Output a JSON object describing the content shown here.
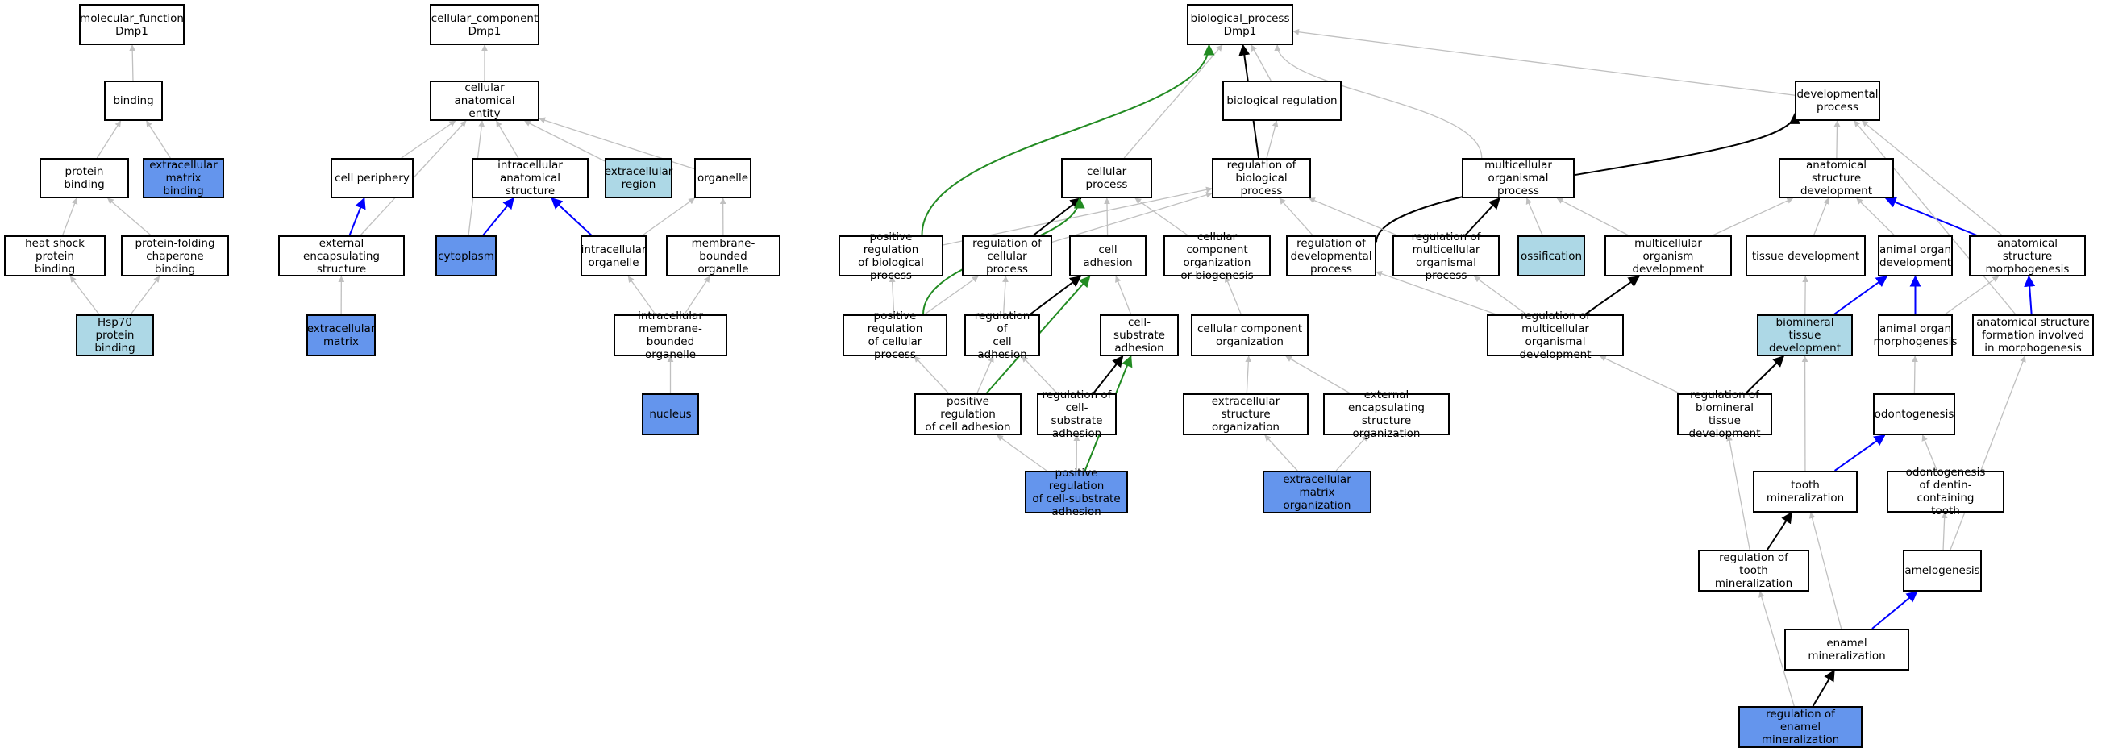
{
  "colors": {
    "gray": "#c0c0c0",
    "black": "#000000",
    "blue": "#0000ff",
    "green": "#228b22",
    "light": "#add8e6",
    "dark": "#6495ed"
  },
  "nodes": {
    "mf": {
      "label": "molecular_function\nDmp1",
      "fill": "white"
    },
    "binding": {
      "label": "binding",
      "fill": "white"
    },
    "pb": {
      "label": "protein binding",
      "fill": "white"
    },
    "emb": {
      "label": "extracellular\nmatrix binding",
      "fill": "dark"
    },
    "hspb": {
      "label": "heat shock protein\nbinding",
      "fill": "white"
    },
    "pfcb": {
      "label": "protein-folding\nchaperone binding",
      "fill": "white"
    },
    "hsp70": {
      "label": "Hsp70 protein\nbinding",
      "fill": "light"
    },
    "cc": {
      "label": "cellular_component\nDmp1",
      "fill": "white"
    },
    "cae": {
      "label": "cellular anatomical\nentity",
      "fill": "white"
    },
    "cp": {
      "label": "cell periphery",
      "fill": "white"
    },
    "ias": {
      "label": "intracellular\nanatomical structure",
      "fill": "white"
    },
    "er": {
      "label": "extracellular\nregion",
      "fill": "light"
    },
    "org": {
      "label": "organelle",
      "fill": "white"
    },
    "ees1": {
      "label": "external encapsulating\nstructure",
      "fill": "white"
    },
    "cyto": {
      "label": "cytoplasm",
      "fill": "dark"
    },
    "io": {
      "label": "intracellular\norganelle",
      "fill": "white"
    },
    "mbo": {
      "label": "membrane-bounded\norganelle",
      "fill": "white"
    },
    "em": {
      "label": "extracellular\nmatrix",
      "fill": "dark"
    },
    "imbo": {
      "label": "intracellular\nmembrane-bounded\norganelle",
      "fill": "white"
    },
    "nuc": {
      "label": "nucleus",
      "fill": "dark"
    },
    "bp": {
      "label": "biological_process\nDmp1",
      "fill": "white"
    },
    "breg": {
      "label": "biological regulation",
      "fill": "white"
    },
    "dp": {
      "label": "developmental\nprocess",
      "fill": "white"
    },
    "cproc": {
      "label": "cellular process",
      "fill": "white"
    },
    "rbp": {
      "label": "regulation of\nbiological process",
      "fill": "white"
    },
    "mop": {
      "label": "multicellular\norganismal process",
      "fill": "white"
    },
    "asd": {
      "label": "anatomical structure\ndevelopment",
      "fill": "white"
    },
    "prbp": {
      "label": "positive regulation\nof biological\nprocess",
      "fill": "white"
    },
    "rcp": {
      "label": "regulation of\ncellular process",
      "fill": "white"
    },
    "ca": {
      "label": "cell adhesion",
      "fill": "white"
    },
    "ccob": {
      "label": "cellular component\norganization\nor biogenesis",
      "fill": "white"
    },
    "rdp": {
      "label": "regulation of\ndevelopmental\nprocess",
      "fill": "white"
    },
    "rmop": {
      "label": "regulation of\nmulticellular\norganismal process",
      "fill": "white"
    },
    "oss": {
      "label": "ossification",
      "fill": "light"
    },
    "mod": {
      "label": "multicellular\norganism development",
      "fill": "white"
    },
    "td": {
      "label": "tissue development",
      "fill": "white"
    },
    "aod": {
      "label": "animal organ\ndevelopment",
      "fill": "white"
    },
    "asm": {
      "label": "anatomical structure\nmorphogenesis",
      "fill": "white"
    },
    "prcp": {
      "label": "positive regulation\nof cellular\nprocess",
      "fill": "white"
    },
    "rca": {
      "label": "regulation of\ncell adhesion",
      "fill": "white"
    },
    "csa": {
      "label": "cell-substrate\nadhesion",
      "fill": "white"
    },
    "cco": {
      "label": "cellular component\norganization",
      "fill": "white"
    },
    "rmod": {
      "label": "regulation of\nmulticellular\norganismal development",
      "fill": "white"
    },
    "btd": {
      "label": "biomineral tissue\ndevelopment",
      "fill": "light"
    },
    "aom": {
      "label": "animal organ\nmorphogenesis",
      "fill": "white"
    },
    "asfm": {
      "label": "anatomical structure\nformation involved\nin morphogenesis",
      "fill": "white"
    },
    "prca": {
      "label": "positive regulation\nof cell adhesion",
      "fill": "white"
    },
    "rcsa": {
      "label": "regulation of\ncell-substrate\nadhesion",
      "fill": "white"
    },
    "eso": {
      "label": "extracellular\nstructure organization",
      "fill": "white"
    },
    "eeso": {
      "label": "external encapsulating\nstructure organization",
      "fill": "white"
    },
    "rbtd": {
      "label": "regulation of\nbiomineral tissue\ndevelopment",
      "fill": "white"
    },
    "odg": {
      "label": "odontogenesis",
      "fill": "white"
    },
    "prcsa": {
      "label": "positive regulation\nof cell-substrate\nadhesion",
      "fill": "dark"
    },
    "emo": {
      "label": "extracellular\nmatrix organization",
      "fill": "dark"
    },
    "tm": {
      "label": "tooth mineralization",
      "fill": "white"
    },
    "odct": {
      "label": "odontogenesis\nof dentin-containing\ntooth",
      "fill": "white"
    },
    "rtm": {
      "label": "regulation of\ntooth mineralization",
      "fill": "white"
    },
    "amel": {
      "label": "amelogenesis",
      "fill": "white"
    },
    "enm": {
      "label": "enamel mineralization",
      "fill": "white"
    },
    "renm": {
      "label": "regulation of\nenamel mineralization",
      "fill": "dark"
    }
  },
  "edges": [
    {
      "from": "binding",
      "to": "mf",
      "color": "gray"
    },
    {
      "from": "pb",
      "to": "binding",
      "color": "gray"
    },
    {
      "from": "emb",
      "to": "binding",
      "color": "gray"
    },
    {
      "from": "hspb",
      "to": "pb",
      "color": "gray"
    },
    {
      "from": "pfcb",
      "to": "pb",
      "color": "gray"
    },
    {
      "from": "hsp70",
      "to": "hspb",
      "color": "gray"
    },
    {
      "from": "hsp70",
      "to": "pfcb",
      "color": "gray"
    },
    {
      "from": "cae",
      "to": "cc",
      "color": "gray"
    },
    {
      "from": "cp",
      "to": "cae",
      "color": "gray"
    },
    {
      "from": "ias",
      "to": "cae",
      "color": "gray"
    },
    {
      "from": "er",
      "to": "cae",
      "color": "gray"
    },
    {
      "from": "org",
      "to": "cae",
      "color": "gray"
    },
    {
      "from": "ees1",
      "to": "cae",
      "color": "gray"
    },
    {
      "from": "ees1",
      "to": "cp",
      "color": "blue"
    },
    {
      "from": "cyto",
      "to": "ias",
      "color": "blue"
    },
    {
      "from": "cyto",
      "to": "cae",
      "color": "gray"
    },
    {
      "from": "io",
      "to": "ias",
      "color": "blue"
    },
    {
      "from": "io",
      "to": "org",
      "color": "gray"
    },
    {
      "from": "mbo",
      "to": "org",
      "color": "gray"
    },
    {
      "from": "em",
      "to": "ees1",
      "color": "gray"
    },
    {
      "from": "imbo",
      "to": "io",
      "color": "gray"
    },
    {
      "from": "imbo",
      "to": "mbo",
      "color": "gray"
    },
    {
      "from": "nuc",
      "to": "imbo",
      "color": "gray"
    },
    {
      "from": "breg",
      "to": "bp",
      "color": "gray"
    },
    {
      "from": "dp",
      "to": "bp",
      "color": "gray"
    },
    {
      "from": "cproc",
      "to": "bp",
      "color": "gray"
    },
    {
      "from": "rbp",
      "to": "breg",
      "color": "gray"
    },
    {
      "from": "rbp",
      "to": "bp",
      "color": "black"
    },
    {
      "from": "mop",
      "to": "bp",
      "color": "gray"
    },
    {
      "from": "asd",
      "to": "dp",
      "color": "gray"
    },
    {
      "from": "prbp",
      "to": "rbp",
      "color": "gray"
    },
    {
      "from": "prbp",
      "to": "bp",
      "color": "green"
    },
    {
      "from": "rcp",
      "to": "rbp",
      "color": "gray"
    },
    {
      "from": "rcp",
      "to": "cproc",
      "color": "black"
    },
    {
      "from": "ca",
      "to": "cproc",
      "color": "gray"
    },
    {
      "from": "ccob",
      "to": "cproc",
      "color": "gray"
    },
    {
      "from": "rdp",
      "to": "rbp",
      "color": "gray"
    },
    {
      "from": "rdp",
      "to": "dp",
      "color": "black"
    },
    {
      "from": "rmop",
      "to": "rbp",
      "color": "gray"
    },
    {
      "from": "rmop",
      "to": "mop",
      "color": "black"
    },
    {
      "from": "oss",
      "to": "mop",
      "color": "gray"
    },
    {
      "from": "mod",
      "to": "mop",
      "color": "gray"
    },
    {
      "from": "mod",
      "to": "asd",
      "color": "gray"
    },
    {
      "from": "td",
      "to": "asd",
      "color": "gray"
    },
    {
      "from": "aod",
      "to": "asd",
      "color": "gray"
    },
    {
      "from": "asm",
      "to": "asd",
      "color": "blue"
    },
    {
      "from": "asm",
      "to": "dp",
      "color": "gray"
    },
    {
      "from": "prcp",
      "to": "rcp",
      "color": "gray"
    },
    {
      "from": "prcp",
      "to": "prbp",
      "color": "gray"
    },
    {
      "from": "prcp",
      "to": "cproc",
      "color": "green"
    },
    {
      "from": "rca",
      "to": "rcp",
      "color": "gray"
    },
    {
      "from": "rca",
      "to": "ca",
      "color": "black"
    },
    {
      "from": "csa",
      "to": "ca",
      "color": "gray"
    },
    {
      "from": "cco",
      "to": "ccob",
      "color": "gray"
    },
    {
      "from": "rmod",
      "to": "rdp",
      "color": "gray"
    },
    {
      "from": "rmod",
      "to": "rmop",
      "color": "gray"
    },
    {
      "from": "rmod",
      "to": "mod",
      "color": "black"
    },
    {
      "from": "btd",
      "to": "td",
      "color": "gray"
    },
    {
      "from": "btd",
      "to": "aod",
      "color": "blue"
    },
    {
      "from": "aom",
      "to": "aod",
      "color": "blue"
    },
    {
      "from": "aom",
      "to": "asm",
      "color": "gray"
    },
    {
      "from": "asfm",
      "to": "asm",
      "color": "blue"
    },
    {
      "from": "asfm",
      "to": "dp",
      "color": "gray"
    },
    {
      "from": "prca",
      "to": "prcp",
      "color": "gray"
    },
    {
      "from": "prca",
      "to": "rca",
      "color": "gray"
    },
    {
      "from": "prca",
      "to": "ca",
      "color": "green"
    },
    {
      "from": "rcsa",
      "to": "rca",
      "color": "gray"
    },
    {
      "from": "rcsa",
      "to": "csa",
      "color": "black"
    },
    {
      "from": "eso",
      "to": "cco",
      "color": "gray"
    },
    {
      "from": "eeso",
      "to": "cco",
      "color": "gray"
    },
    {
      "from": "rbtd",
      "to": "rmod",
      "color": "gray"
    },
    {
      "from": "rbtd",
      "to": "btd",
      "color": "black"
    },
    {
      "from": "odg",
      "to": "aom",
      "color": "gray"
    },
    {
      "from": "prcsa",
      "to": "prca",
      "color": "gray"
    },
    {
      "from": "prcsa",
      "to": "rcsa",
      "color": "gray"
    },
    {
      "from": "prcsa",
      "to": "csa",
      "color": "green"
    },
    {
      "from": "emo",
      "to": "eso",
      "color": "gray"
    },
    {
      "from": "emo",
      "to": "eeso",
      "color": "gray"
    },
    {
      "from": "tm",
      "to": "btd",
      "color": "gray"
    },
    {
      "from": "tm",
      "to": "odg",
      "color": "blue"
    },
    {
      "from": "odct",
      "to": "odg",
      "color": "gray"
    },
    {
      "from": "rtm",
      "to": "rbtd",
      "color": "gray"
    },
    {
      "from": "rtm",
      "to": "tm",
      "color": "black"
    },
    {
      "from": "amel",
      "to": "odct",
      "color": "gray"
    },
    {
      "from": "amel",
      "to": "asfm",
      "color": "gray"
    },
    {
      "from": "enm",
      "to": "tm",
      "color": "gray"
    },
    {
      "from": "enm",
      "to": "amel",
      "color": "blue"
    },
    {
      "from": "renm",
      "to": "rtm",
      "color": "gray"
    },
    {
      "from": "renm",
      "to": "enm",
      "color": "black"
    }
  ]
}
